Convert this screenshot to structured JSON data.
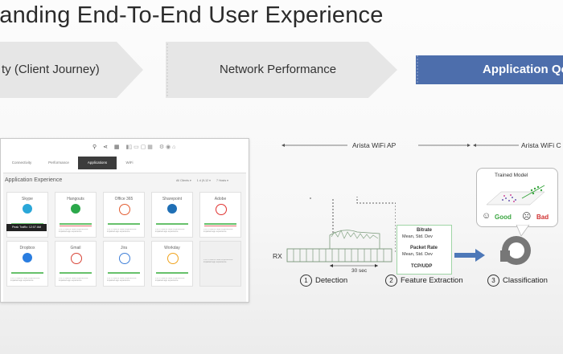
{
  "slide": {
    "title": "tanding End-To-End User Experience",
    "arrows": [
      {
        "label": "ty (Client Journey)"
      },
      {
        "label": "Network Performance"
      },
      {
        "label": "Application Qo"
      }
    ]
  },
  "dashboard": {
    "tabs": [
      "Connectivity",
      "Performance",
      "Applications",
      "WiFi"
    ],
    "active_tab": "Applications",
    "section_title": "Application Experience",
    "filter_labels": [
      "All Clients ▾",
      "1 d (9-12 ▾",
      "7 Hosts ▾"
    ],
    "tooltip": "Peak Traffic: 12:07 AM",
    "cards": [
      {
        "name": "Skype",
        "icon": "skype-icon",
        "color": "#2aa7d8"
      },
      {
        "name": "Hangouts",
        "icon": "hangouts-icon",
        "color": "#2ba84a"
      },
      {
        "name": "Office 365",
        "icon": "office-icon",
        "color": "#e35b2f"
      },
      {
        "name": "Sharepoint",
        "icon": "sharepoint-icon",
        "color": "#1f6fb5"
      },
      {
        "name": "Adobe",
        "icon": "adobe-icon",
        "color": "#e0312f"
      },
      {
        "name": "Dropbox",
        "icon": "dropbox-icon",
        "color": "#2a7de0"
      },
      {
        "name": "Gmail",
        "icon": "gmail-icon",
        "color": "#d84437"
      },
      {
        "name": "Jira",
        "icon": "jira-icon",
        "color": "#3f7fd8"
      },
      {
        "name": "Workday",
        "icon": "workday-icon",
        "color": "#f0a31c"
      },
      {
        "name": "",
        "icon": "add-app-icon",
        "color": "#cccccc"
      }
    ],
    "card_note": "0 of 0 Clients have experienced impaired app experience"
  },
  "diagram": {
    "arista_ap": "Arista WiFi AP",
    "arista_cloud": "Arista WiFi C",
    "rx": "RX",
    "duration": "30 sec",
    "feature": {
      "bitrate_title": "Bitrate",
      "bitrate_stats": "Mean, Std. Dev",
      "packet_title": "Packet Rate",
      "packet_stats": "Mean, Std. Dev",
      "protocol": "TCP/UDP"
    },
    "model": {
      "title": "Trained Model",
      "good": "Good",
      "bad": "Bad"
    },
    "steps": [
      {
        "num": "1",
        "label": "Detection"
      },
      {
        "num": "2",
        "label": "Feature Extraction"
      },
      {
        "num": "3",
        "label": "Classification"
      }
    ]
  }
}
